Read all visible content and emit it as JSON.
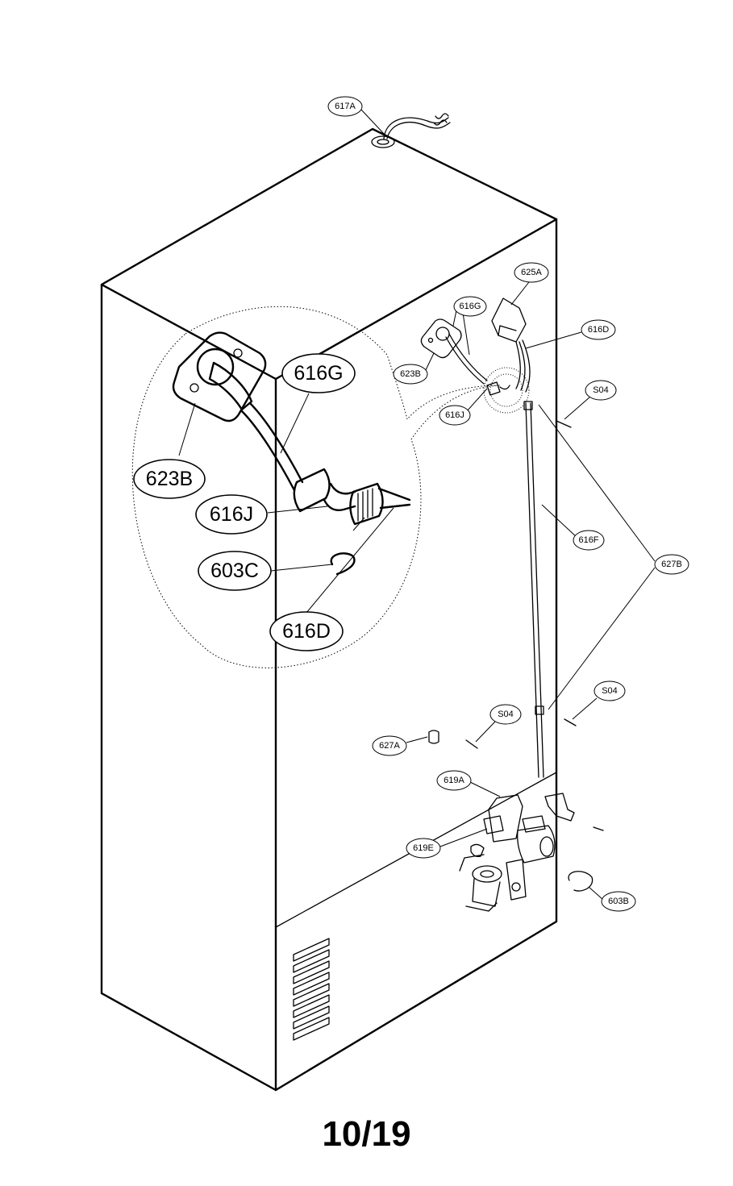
{
  "diagram": {
    "page_number": "10/19",
    "callouts": [
      {
        "id": "617A",
        "label": "617A"
      },
      {
        "id": "625A",
        "label": "625A"
      },
      {
        "id": "616G-small",
        "label": "616G"
      },
      {
        "id": "616D-small",
        "label": "616D"
      },
      {
        "id": "623B-small",
        "label": "623B"
      },
      {
        "id": "616J-small",
        "label": "616J"
      },
      {
        "id": "S04-a",
        "label": "S04"
      },
      {
        "id": "616F",
        "label": "616F"
      },
      {
        "id": "627B",
        "label": "627B"
      },
      {
        "id": "S04-b",
        "label": "S04"
      },
      {
        "id": "S04-c",
        "label": "S04"
      },
      {
        "id": "627A",
        "label": "627A"
      },
      {
        "id": "619A",
        "label": "619A"
      },
      {
        "id": "619E",
        "label": "619E"
      },
      {
        "id": "603B",
        "label": "603B"
      }
    ],
    "detail_callouts": [
      {
        "id": "616G-large",
        "label": "616G"
      },
      {
        "id": "623B-large",
        "label": "623B"
      },
      {
        "id": "616J-large",
        "label": "616J"
      },
      {
        "id": "603C-large",
        "label": "603C"
      },
      {
        "id": "616D-large",
        "label": "616D"
      }
    ]
  }
}
